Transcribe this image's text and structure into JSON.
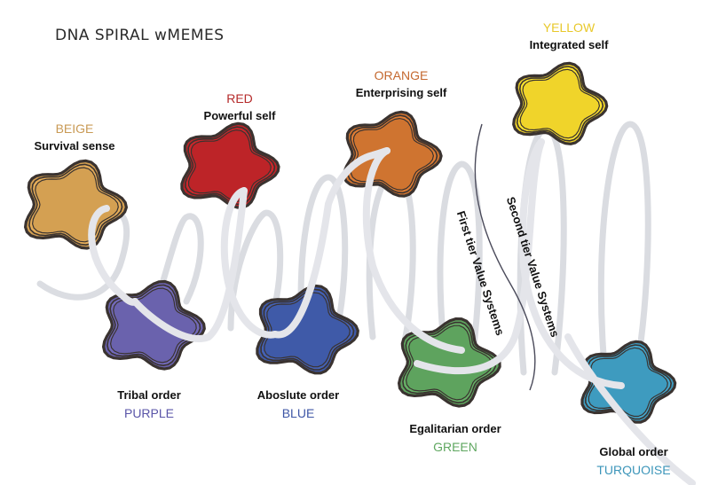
{
  "title": "DNA SPIRAL wMEMES",
  "memes": [
    {
      "name": "BEIGE",
      "description": "Survival sense",
      "color": "#d4a052",
      "text_color": "#c99a55",
      "position": "top"
    },
    {
      "name": "PURPLE",
      "description": "Tribal order",
      "color": "#6a62ad",
      "text_color": "#5a55a8",
      "position": "bottom"
    },
    {
      "name": "RED",
      "description": "Powerful self",
      "color": "#bd2428",
      "text_color": "#b52a2a",
      "position": "top"
    },
    {
      "name": "BLUE",
      "description": "Aboslute order",
      "color": "#3f5aa8",
      "text_color": "#3e56a6",
      "position": "bottom"
    },
    {
      "name": "ORANGE",
      "description": "Enterprising self",
      "color": "#cf7430",
      "text_color": "#c4682f",
      "position": "top"
    },
    {
      "name": "GREEN",
      "description": "Egalitarian order",
      "color": "#5ea35e",
      "text_color": "#5fa760",
      "position": "bottom"
    },
    {
      "name": "YELLOW",
      "description": "Integrated self",
      "color": "#f0d42a",
      "text_color": "#e8c82a",
      "position": "top"
    },
    {
      "name": "TURQUOISE",
      "description": "Global order",
      "color": "#3e9bbf",
      "text_color": "#3d96ba",
      "position": "bottom"
    }
  ],
  "tiers": {
    "first": "First tier Value Systems",
    "second": "Second tier Value Systems"
  }
}
